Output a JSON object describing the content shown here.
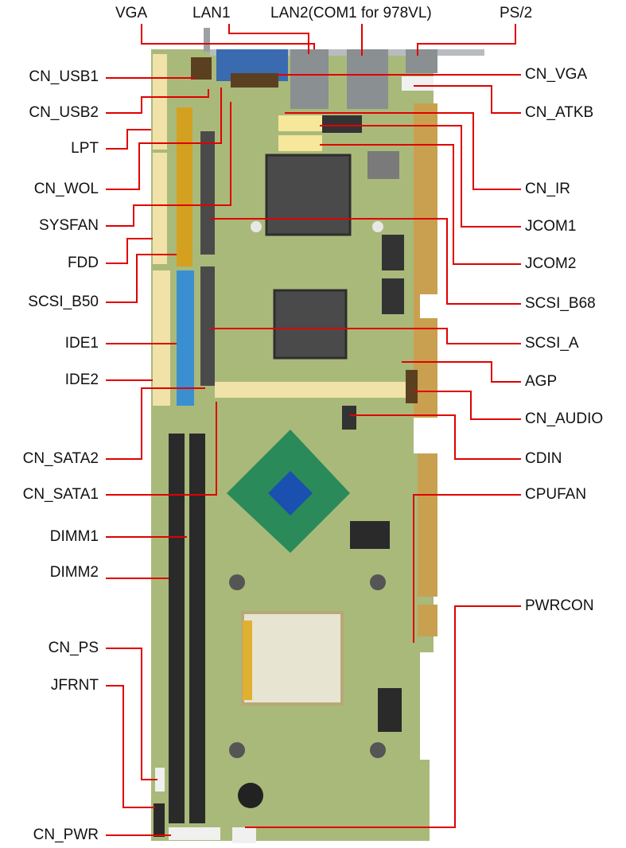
{
  "labels": {
    "top": {
      "vga": "VGA",
      "lan1": "LAN1",
      "lan2": "LAN2(COM1 for 978VL)",
      "ps2": "PS/2"
    },
    "left": {
      "cn_usb1": "CN_USB1",
      "cn_usb2": "CN_USB2",
      "lpt": "LPT",
      "cn_wol": "CN_WOL",
      "sysfan": "SYSFAN",
      "fdd": "FDD",
      "scsi_b50": "SCSI_B50",
      "ide1": "IDE1",
      "ide2": "IDE2",
      "cn_sata2": "CN_SATA2",
      "cn_sata1": "CN_SATA1",
      "dimm1": "DIMM1",
      "dimm2": "DIMM2",
      "cn_ps": "CN_PS",
      "jfrnt": "JFRNT",
      "cn_pwr": "CN_PWR"
    },
    "right": {
      "cn_vga": "CN_VGA",
      "cn_atkb": "CN_ATKB",
      "cn_ir": "CN_IR",
      "jcom1": "JCOM1",
      "jcom2": "JCOM2",
      "scsi_b68": "SCSI_B68",
      "scsi_a": "SCSI_A",
      "agp": "AGP",
      "cn_audio": "CN_AUDIO",
      "cdin": "CDIN",
      "cpufan": "CPUFAN",
      "pwrcon": "PWRCON"
    }
  },
  "colors": {
    "board": "#a9b97a",
    "leader_line": "#e00000",
    "ide_connector": "#3a8fd0",
    "header_pins": "#e8c020",
    "slot": "#f0e2a8",
    "chip": "#4a4a4a",
    "north_bridge": "#2a8a5a",
    "edge_connector": "#c8a050"
  }
}
